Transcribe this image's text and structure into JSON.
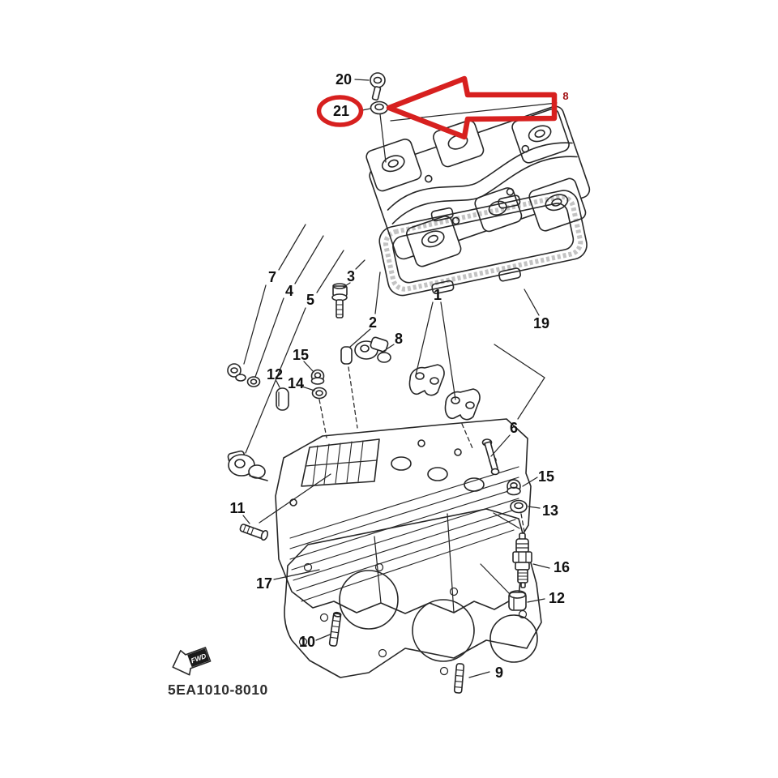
{
  "colors": {
    "annotation_red": "#d7201f",
    "remnant_red": "#a31316",
    "line": "#262626",
    "label": "#101010",
    "background": "#ffffff"
  },
  "footer": {
    "diagram_code": "5EA1010-8010",
    "fwd_label": "FWD"
  },
  "annotation": {
    "circled_callout": "21",
    "arrow_style": "hollow-red-block-arrow-pointing-left",
    "arrow_tail_remnant": "8"
  },
  "callouts": {
    "n1": "1",
    "n2": "2",
    "n3": "3",
    "n4": "4",
    "n5": "5",
    "n6": "6",
    "n7": "7",
    "n8": "8",
    "n9": "9",
    "n10": "10",
    "n11": "11",
    "n12_left": "12",
    "n12_right": "12",
    "n13": "13",
    "n14": "14",
    "n15_left": "15",
    "n15_right": "15",
    "n16": "16",
    "n17": "17",
    "n19": "19",
    "n20": "20",
    "n21": "21"
  }
}
